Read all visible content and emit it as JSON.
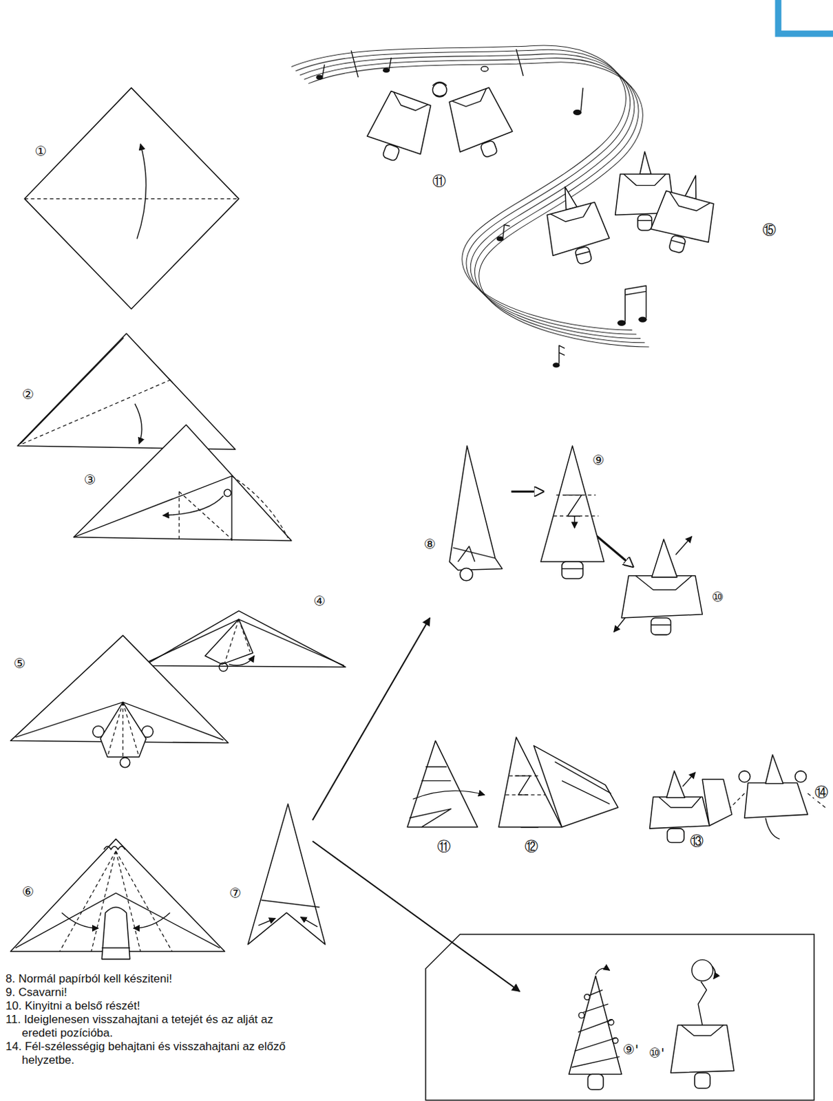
{
  "diagram": {
    "nodes": [
      {
        "text": [
          "⑨'",
          "⑩'"
        ]
      }
    ],
    "labels": [
      "①",
      "②",
      "③",
      "④",
      "⑤",
      "⑥",
      "⑦",
      "⑧",
      "⑨",
      "⑩",
      "⑪",
      "⑫",
      "⑬",
      "⑭",
      "⑪",
      "⑮",
      "8. Normál papírból kell késziteni!",
      "9. Csavarni!",
      "10. Kinyitni a belső részét!",
      "11. Ideiglenesen visszahajtani a tetejét és az alját az eredeti pozícióba.",
      "14. Fél-szélességig behajtani és visszahajtani az előző helyzetbe."
    ]
  }
}
